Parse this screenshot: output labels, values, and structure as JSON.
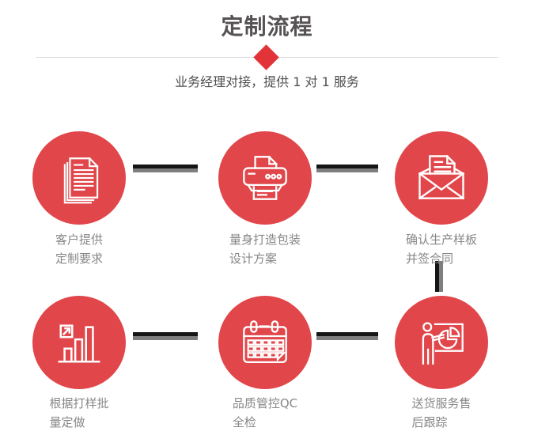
{
  "header": {
    "title": "定制流程",
    "subtitle": "业务经理对接，提供 1 对 1 服务"
  },
  "colors": {
    "circle_red": "#e1464a",
    "diamond_red": "#e13338",
    "title_gray": "#575355",
    "subtitle_gray": "#4f4f4f",
    "label_gray": "#878787",
    "connector_dark": "#151515",
    "connector_light": "#7e7e7e",
    "divider": "#dcdcdc",
    "icon_stroke": "#ffffff"
  },
  "steps": [
    {
      "icon": "documents-icon",
      "line1": "客户提供",
      "line2": "定制要求"
    },
    {
      "icon": "printer-icon",
      "line1": "量身打造包装",
      "line2": "设计方案"
    },
    {
      "icon": "envelope-icon",
      "line1": "确认生产样板",
      "line2": "并签合同"
    },
    {
      "icon": "bar-chart-icon",
      "line1": "根据打样批",
      "line2": "量定做"
    },
    {
      "icon": "calendar-icon",
      "line1": "品质管控QC",
      "line2": "全检"
    },
    {
      "icon": "presentation-icon",
      "line1": "送货服务售",
      "line2": "后跟踪"
    }
  ]
}
